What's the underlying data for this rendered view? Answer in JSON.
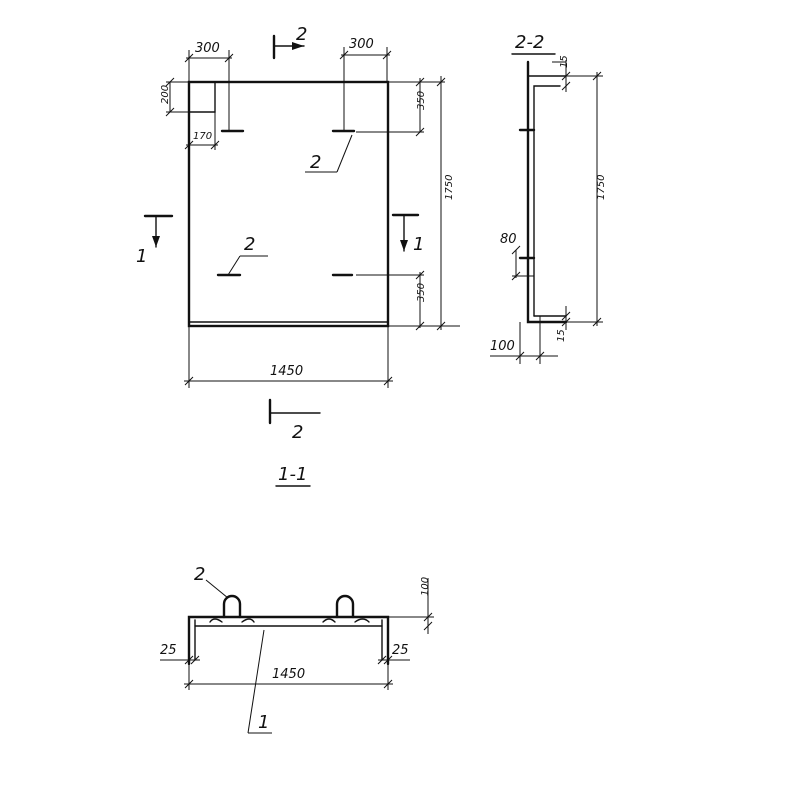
{
  "plan": {
    "dim_top_left": "300",
    "dim_top_right": "300",
    "dim_left_200": "200",
    "dim_left_170": "170",
    "dim_right_350_top": "350",
    "dim_right_350_bottom": "350",
    "dim_right_1750": "1750",
    "dim_bottom_1450": "1450",
    "section_2_top": "2",
    "section_2_bottom": "2",
    "section_1_left": "1",
    "section_1_right": "1",
    "callout_2_upper": "2",
    "callout_2_lower": "2"
  },
  "section_2_2": {
    "title": "2-2",
    "dim_1750": "1750",
    "dim_80": "80",
    "dim_100": "100",
    "dim_15_top": "15",
    "dim_15_bottom": "15"
  },
  "section_1_1": {
    "title": "1-1",
    "dim_100": "100",
    "dim_25_left": "25",
    "dim_25_right": "25",
    "dim_1450": "1450",
    "callout_2": "2",
    "callout_1": "1"
  }
}
